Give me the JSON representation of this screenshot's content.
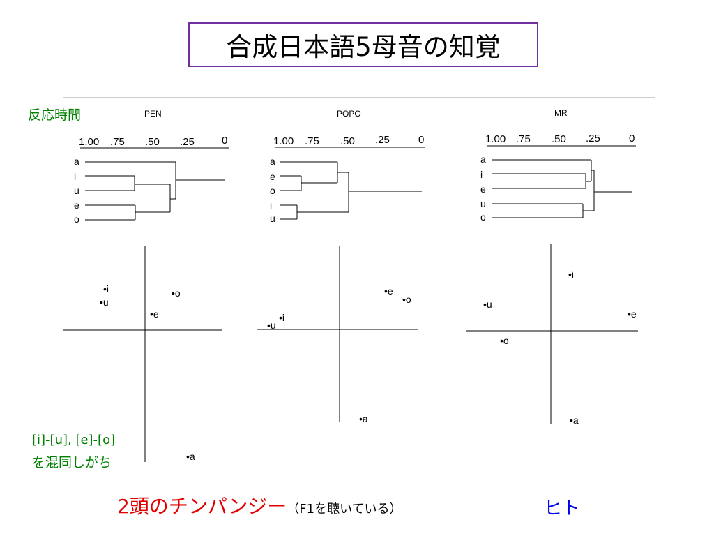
{
  "title": "合成日本語5母音の知覚",
  "side_label": "反応時間",
  "note": {
    "line1": "[i]-[u], [e]-[o]",
    "line2": "を混同しがち"
  },
  "bottom": {
    "chimp_label": "2頭のチンパンジー",
    "chimp_sub": "（F1を聴いている）",
    "human_label": "ヒト"
  },
  "colors": {
    "title_border": "#7030a0",
    "green": "#008000",
    "red": "#e00000",
    "blue": "#0000ee"
  },
  "scale_ticks": [
    "1.00",
    ".75",
    ".50",
    ".25",
    "0"
  ],
  "panels": [
    {
      "name": "PEN",
      "order": [
        "a",
        "i",
        "u",
        "e",
        "o"
      ],
      "points": [
        {
          "label": "i"
        },
        {
          "label": "u"
        },
        {
          "label": "o"
        },
        {
          "label": "e"
        },
        {
          "label": "a"
        }
      ]
    },
    {
      "name": "POPO",
      "order": [
        "a",
        "e",
        "o",
        "i",
        "u"
      ],
      "points": [
        {
          "label": "e"
        },
        {
          "label": "o"
        },
        {
          "label": "i"
        },
        {
          "label": "u"
        },
        {
          "label": "a"
        }
      ]
    },
    {
      "name": "MR",
      "order": [
        "a",
        "i",
        "e",
        "u",
        "o"
      ],
      "points": [
        {
          "label": "i"
        },
        {
          "label": "u"
        },
        {
          "label": "e"
        },
        {
          "label": "o"
        },
        {
          "label": "a"
        }
      ]
    }
  ]
}
